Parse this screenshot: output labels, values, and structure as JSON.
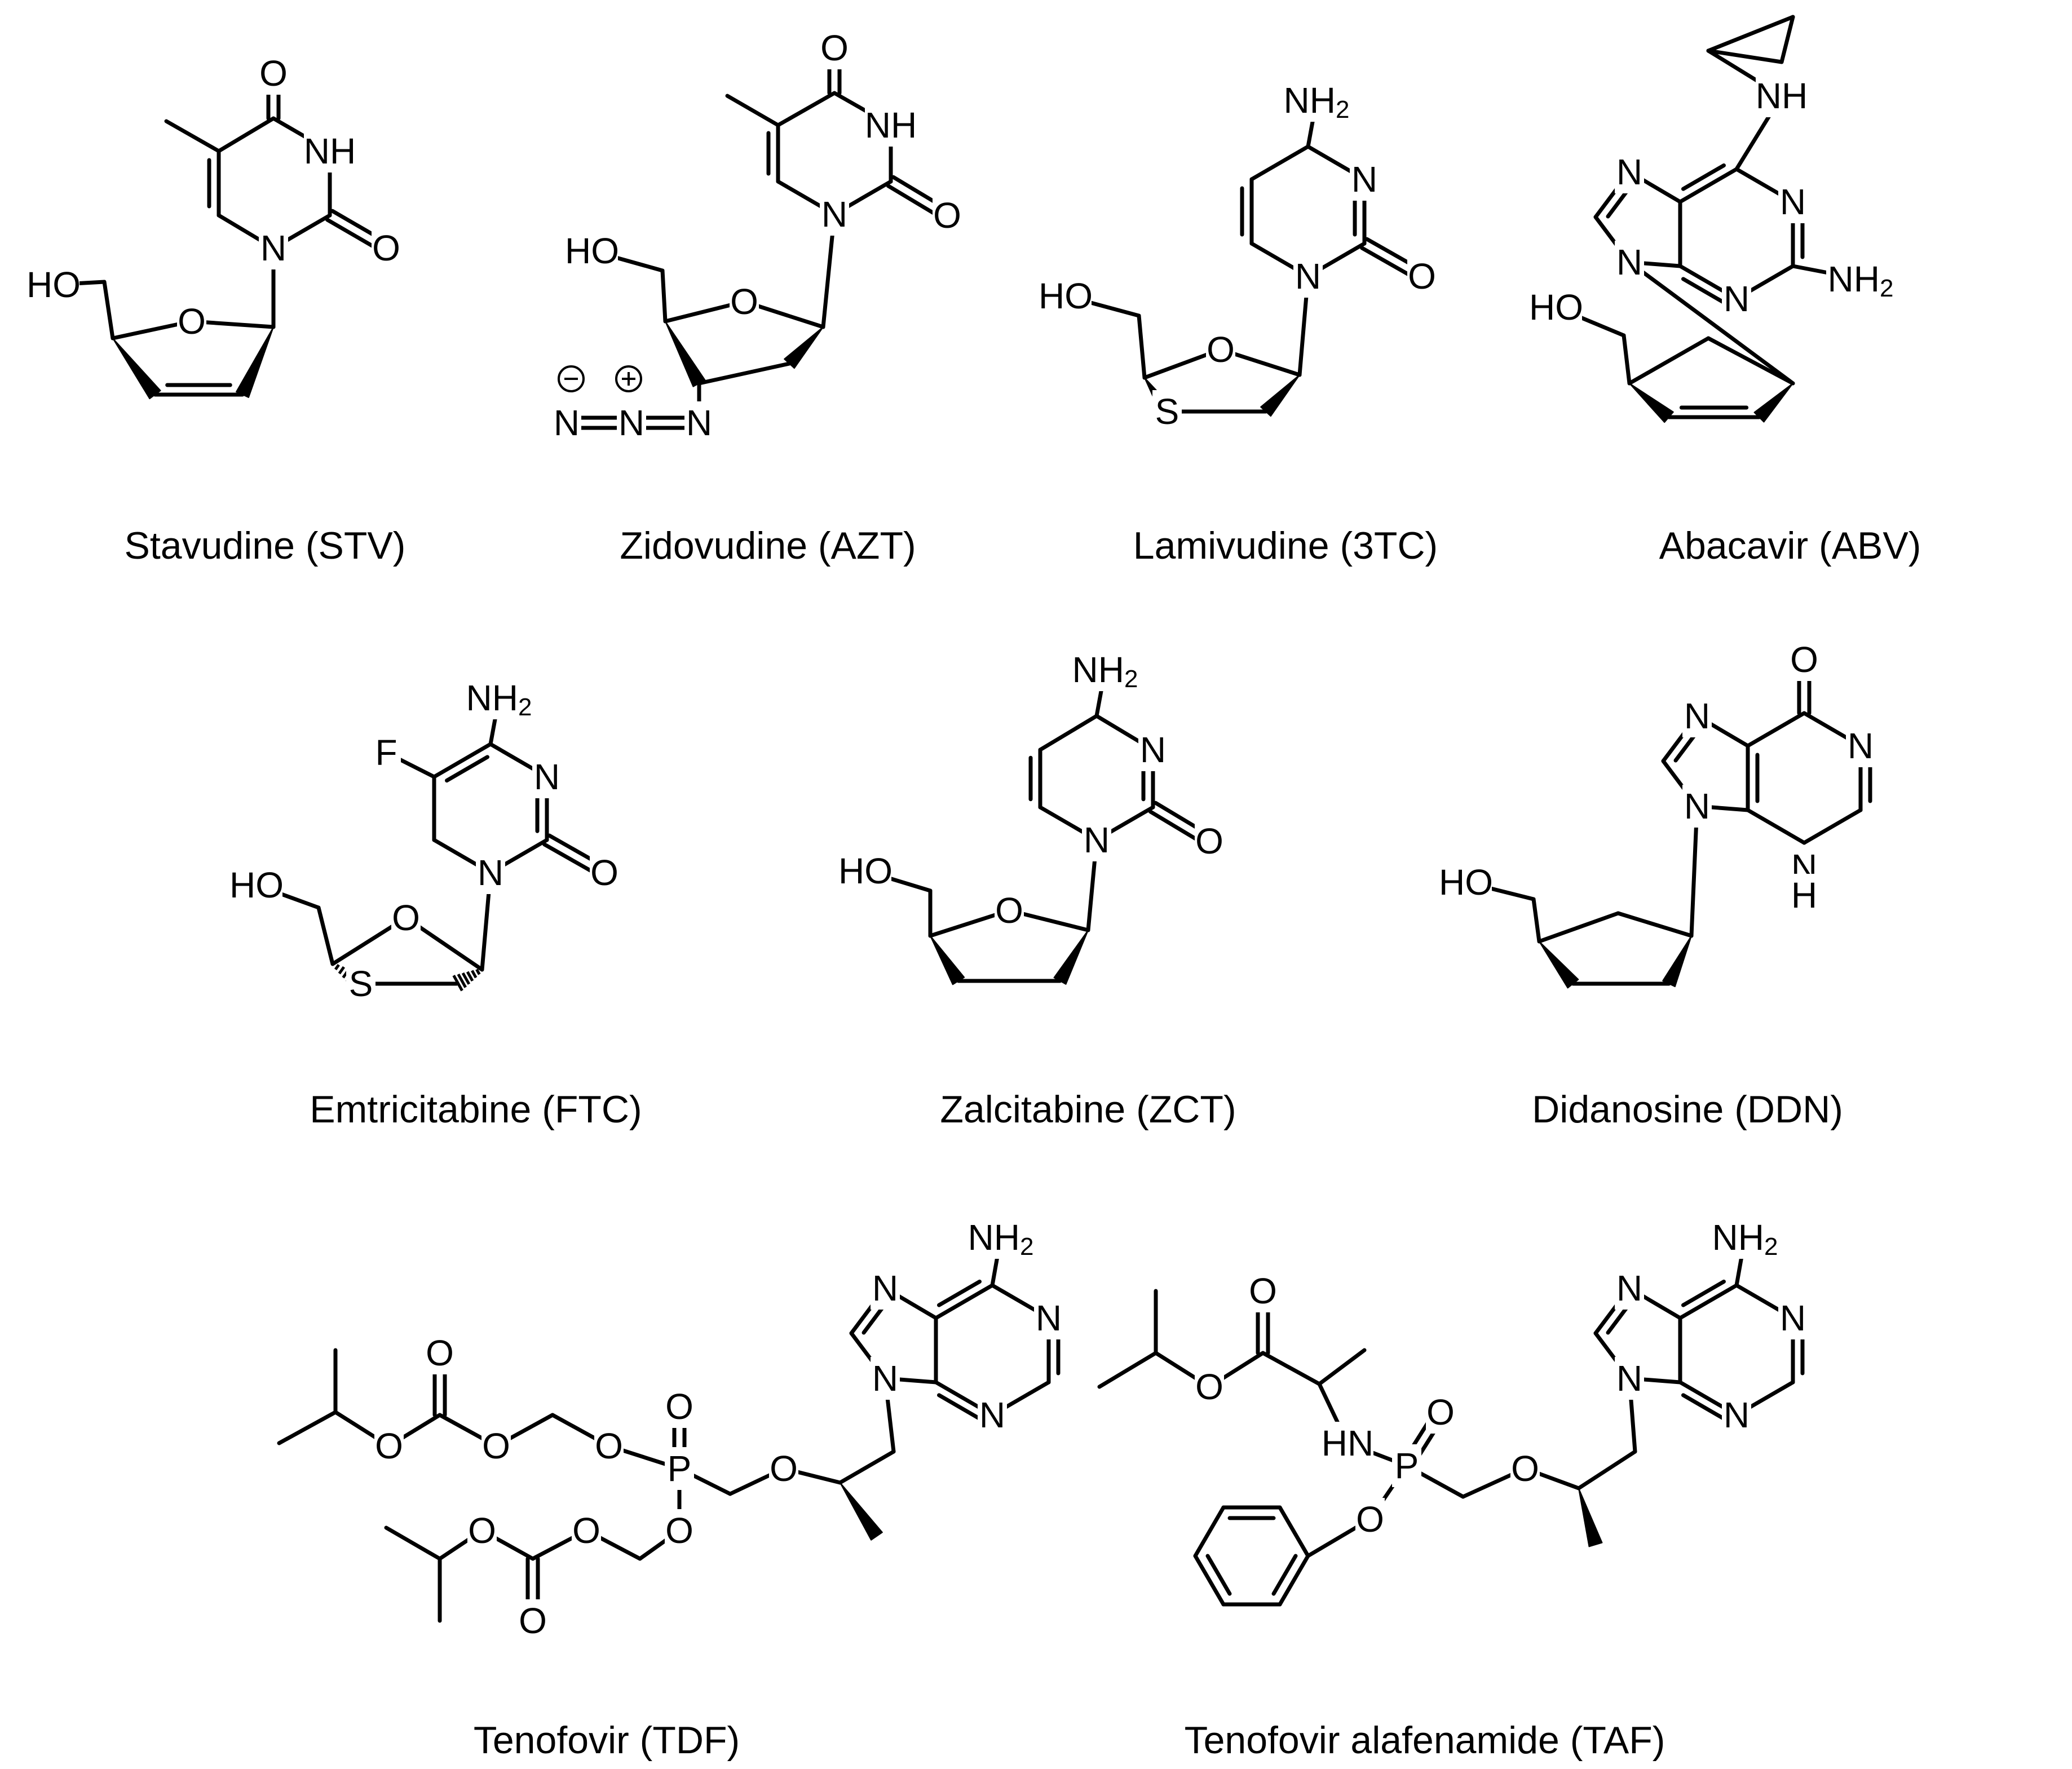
{
  "compounds": [
    {
      "name": "Stavudine (STV)"
    },
    {
      "name": "Zidovudine (AZT)"
    },
    {
      "name": "Lamivudine (3TC)"
    },
    {
      "name": "Abacavir (ABV)"
    },
    {
      "name": "Emtricitabine (FTC)"
    },
    {
      "name": "Zalcitabine (ZCT)"
    },
    {
      "name": "Didanosine (DDN)"
    },
    {
      "name": "Tenofovir (TDF)"
    },
    {
      "name": "Tenofovir alafenamide (TAF)"
    }
  ]
}
